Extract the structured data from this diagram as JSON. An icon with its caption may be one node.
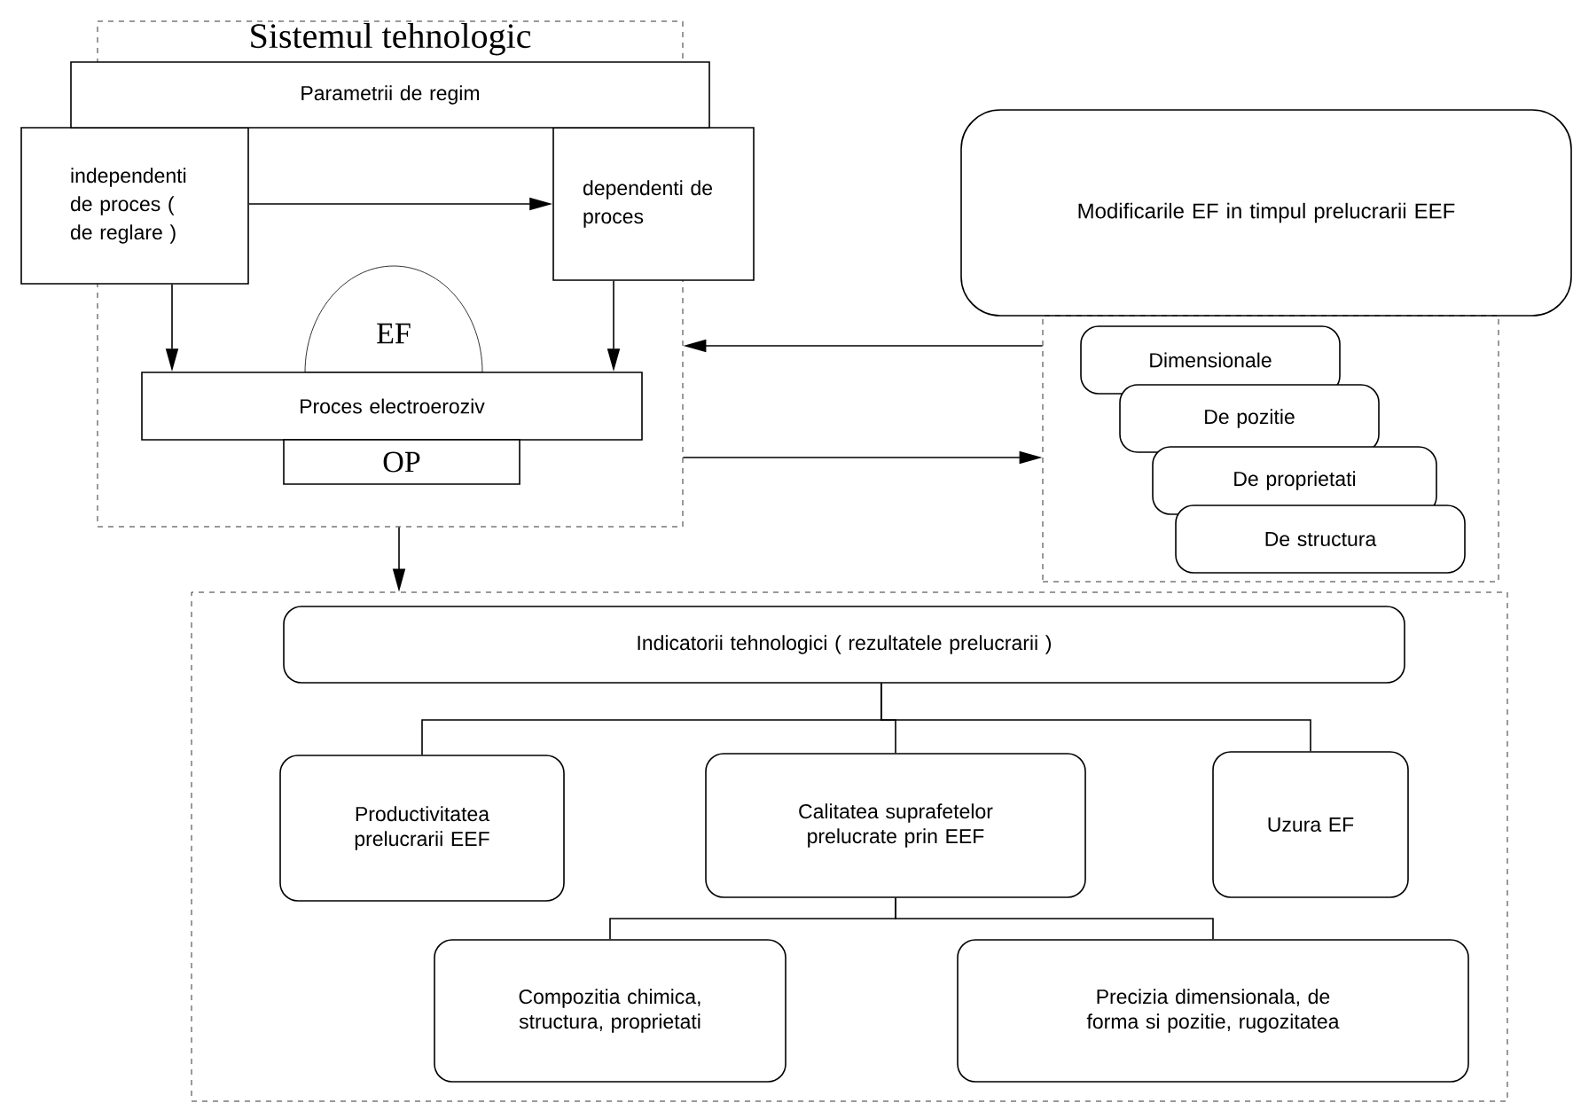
{
  "diagram": {
    "nodes": [
      {
        "text": [
          "Sistemul tehnologic"
        ]
      },
      {
        "text": [
          "Parametrii de regim"
        ]
      },
      {
        "text": [
          "independenti de proces ( de reglare )"
        ]
      },
      {
        "text": [
          "dependenti de proces"
        ]
      },
      {
        "text": [
          "EF"
        ],
        "in": 0
      },
      {
        "text": [
          "Proces electroeroziv"
        ],
        "in": 0
      },
      {
        "text": [
          "OP"
        ],
        "in": 0
      },
      {
        "text": [
          "Modificarile EF in timpul prelucrarii EEF"
        ]
      },
      {
        "text": [],
        "shape": "box"
      },
      {
        "text": [
          "Dimensionale"
        ],
        "in": 8
      },
      {
        "text": [
          "De pozitie"
        ],
        "in": 8
      },
      {
        "text": [
          "De proprietati"
        ],
        "in": 8
      },
      {
        "text": [
          "De structura"
        ],
        "in": 8
      },
      {
        "text": [],
        "shape": "box"
      },
      {
        "text": [
          "Indicatorii tehnologici ( rezultatele prelucrarii )"
        ],
        "in": 13
      },
      {
        "text": [
          "Productivitatea prelucrarii EEF"
        ],
        "in": 13
      },
      {
        "text": [
          "Calitatea suprafetelor prelucrate prin EEF"
        ],
        "in": 13
      },
      {
        "text": [
          "Uzura EF"
        ],
        "in": 13
      },
      {
        "text": [
          "Compozitia chimica, structura, proprietati"
        ],
        "in": 13
      },
      {
        "text": [
          "Precizia dimensionala, de forma si pozitie, rugozitatea"
        ],
        "in": 13
      }
    ],
    "edges": [
      {
        "from": 2,
        "to": 3,
        "arrow": "to"
      },
      {
        "from": 2,
        "to": 5,
        "arrow": "to"
      },
      {
        "from": 3,
        "to": 5,
        "arrow": "to"
      },
      {
        "from": 8,
        "to": 0,
        "arrow": "to"
      },
      {
        "from": 0,
        "to": 8,
        "arrow": "to"
      },
      {
        "from": 0,
        "to": 13,
        "arrow": "to"
      },
      {
        "from": 14,
        "to": 15,
        "arrow": "none"
      },
      {
        "from": 14,
        "to": 16,
        "arrow": "none"
      },
      {
        "from": 14,
        "to": 17,
        "arrow": "none"
      },
      {
        "from": 16,
        "to": 18,
        "arrow": "none"
      },
      {
        "from": 16,
        "to": 19,
        "arrow": "none"
      }
    ]
  }
}
